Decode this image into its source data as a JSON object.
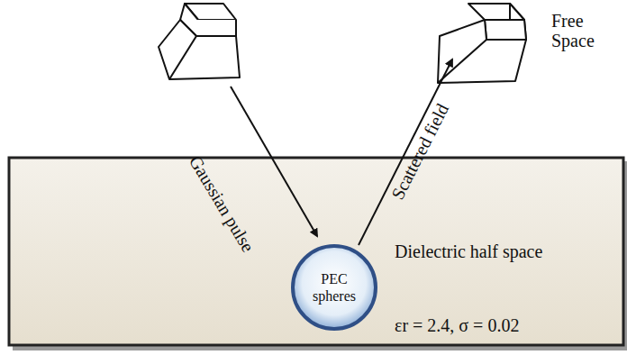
{
  "diagram": {
    "nodes": [
      {
        "text": [
          "Dielectric half space",
          "εr = 2.4, σ = 0.02"
        ]
      },
      {
        "text": [
          "PEC spheres"
        ],
        "in": 0
      }
    ],
    "labels": [
      "Gaussian pulse",
      "Scattered field",
      "Free Space"
    ]
  }
}
